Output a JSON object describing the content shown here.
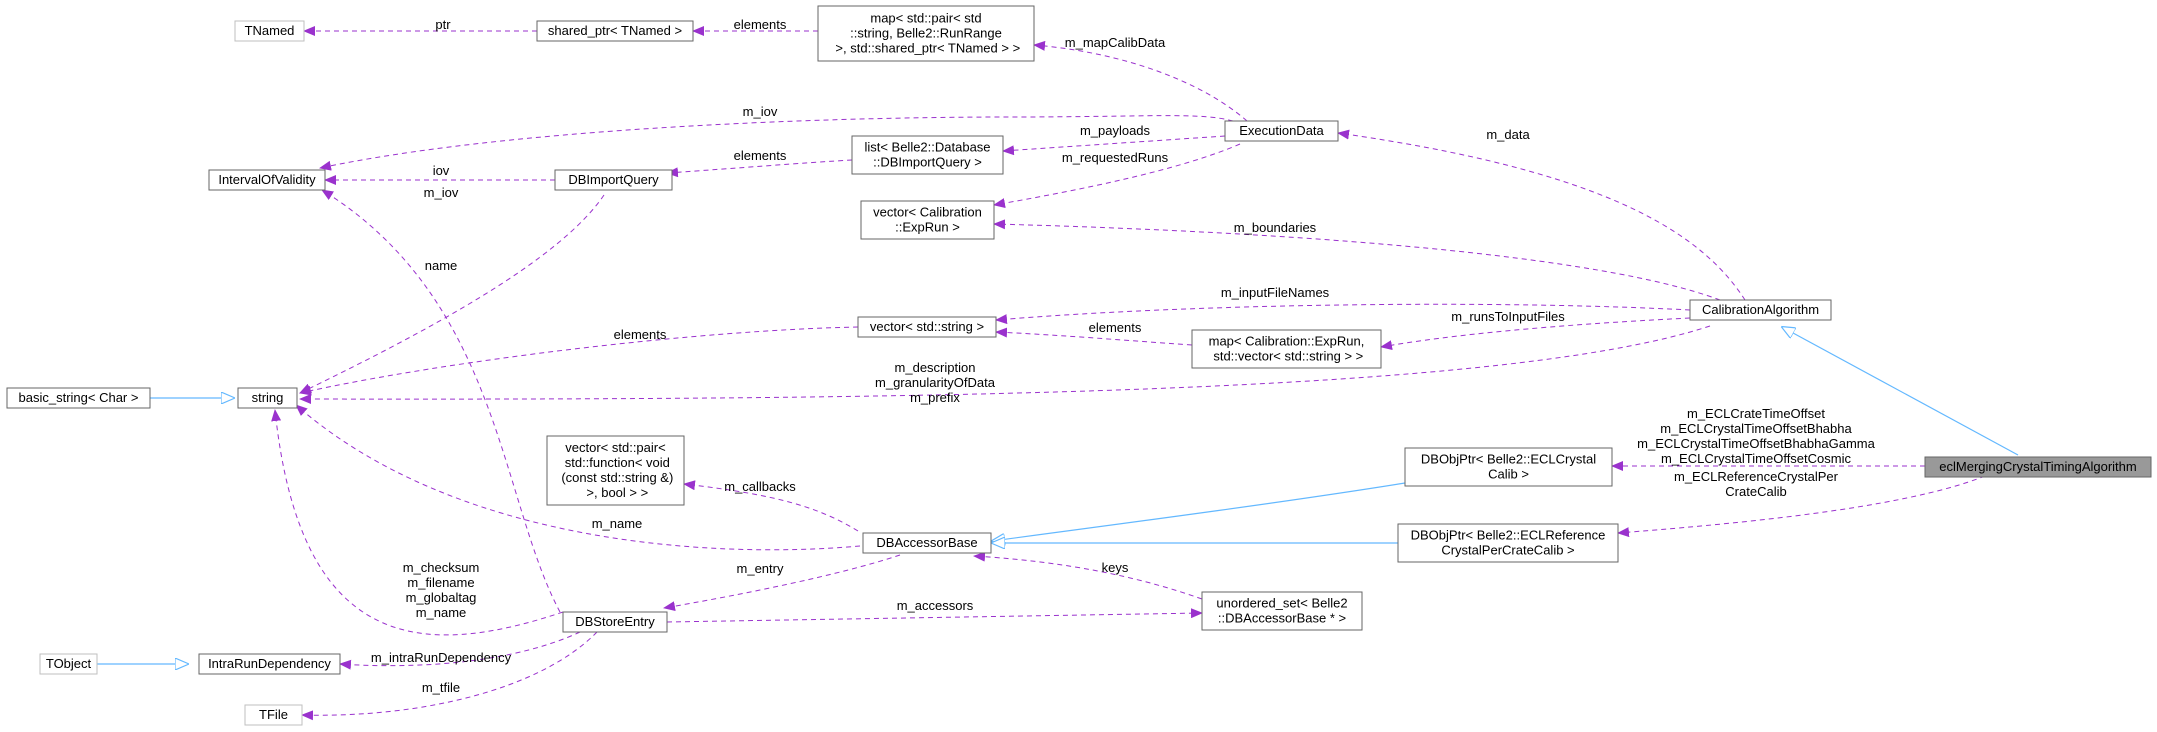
{
  "colors": {
    "usage_edge": "#9a32cd",
    "inherit_edge": "#63b8ff",
    "focus_fill": "#999999",
    "node_border": "#666666",
    "external_border": "#bfbfbf"
  },
  "nodes": {
    "tnamed": [
      "TNamed"
    ],
    "shared_ptr": [
      "shared_ptr< TNamed >"
    ],
    "map_calib": [
      "map< std::pair< std",
      "::string, Belle2::RunRange",
      " >, std::shared_ptr< TNamed > >"
    ],
    "interval": [
      "IntervalOfValidity"
    ],
    "dbimportquery": [
      "DBImportQuery"
    ],
    "list_db": [
      "list< Belle2::Database",
      "::DBImportQuery >"
    ],
    "execution": [
      "ExecutionData"
    ],
    "vector_exprun": [
      "vector< Calibration",
      "::ExpRun >"
    ],
    "vector_string": [
      "vector< std::string >"
    ],
    "map_exprun": [
      "map< Calibration::ExpRun,",
      " std::vector< std::string > >"
    ],
    "calibration": [
      "CalibrationAlgorithm"
    ],
    "basic_string": [
      "basic_string< Char >"
    ],
    "string": [
      "string"
    ],
    "vector_pair": [
      "vector< std::pair<",
      " std::function< void",
      " (const std::string &)",
      " >, bool > >"
    ],
    "dbobj_crystal": [
      "DBObjPtr< Belle2::ECLCrystal",
      "Calib >"
    ],
    "dbobj_ref": [
      "DBObjPtr< Belle2::ECLReference",
      "CrystalPerCrateCalib >"
    ],
    "dbaccessor": [
      "DBAccessorBase"
    ],
    "ecl": [
      "eclMergingCrystalTimingAlgorithm"
    ],
    "unordered_set": [
      "unordered_set< Belle2",
      "::DBAccessorBase * >"
    ],
    "dbstoreentry": [
      "DBStoreEntry"
    ],
    "tobject": [
      "TObject"
    ],
    "intrarun": [
      "IntraRunDependency"
    ],
    "tfile": [
      "TFile"
    ]
  },
  "edge_labels": {
    "ptr": [
      "ptr"
    ],
    "elements_shared": [
      "elements"
    ],
    "m_mapCalibData": [
      "m_mapCalibData"
    ],
    "m_iov_exec": [
      "m_iov"
    ],
    "m_payloads": [
      "m_payloads"
    ],
    "elements_list": [
      "elements"
    ],
    "iov": [
      "iov"
    ],
    "m_iov_store": [
      "m_iov"
    ],
    "m_requestedRuns": [
      "m_requestedRuns"
    ],
    "m_data": [
      "m_data"
    ],
    "name": [
      "name"
    ],
    "m_boundaries": [
      "m_boundaries"
    ],
    "m_inputFileNames": [
      "m_inputFileNames"
    ],
    "elements_vecstr": [
      "elements"
    ],
    "m_runsToInputFiles": [
      "m_runsToInputFiles"
    ],
    "elements_map": [
      "elements"
    ],
    "m_description": [
      "m_description",
      "m_granularityOfData",
      "m_prefix"
    ],
    "m_ecl_crystal": [
      "m_ECLCrateTimeOffset",
      "m_ECLCrystalTimeOffsetBhabha",
      "m_ECLCrystalTimeOffsetBhabhaGamma",
      "m_ECLCrystalTimeOffsetCosmic"
    ],
    "m_ecl_ref": [
      "m_ECLReferenceCrystalPer",
      "CrateCalib"
    ],
    "m_callbacks": [
      "m_callbacks"
    ],
    "m_name": [
      "m_name"
    ],
    "keys": [
      "keys"
    ],
    "m_entry": [
      "m_entry"
    ],
    "m_checksum": [
      "m_checksum",
      "m_filename",
      "m_globaltag",
      "m_name"
    ],
    "m_accessors": [
      "m_accessors"
    ],
    "m_intraRun": [
      "m_intraRunDependency"
    ],
    "m_tfile": [
      "m_tfile"
    ]
  }
}
